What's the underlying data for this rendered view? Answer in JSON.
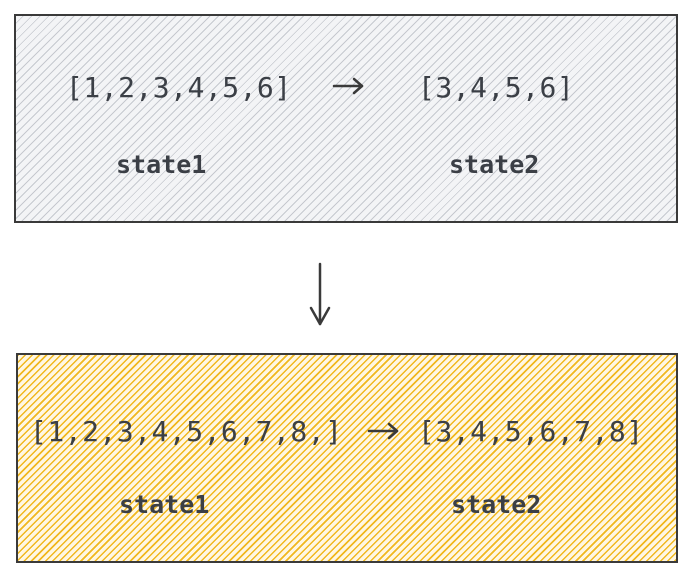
{
  "top": {
    "left_array": "[1,2,3,4,5,6]",
    "right_array": "[3,4,5,6]",
    "left_state": "state1",
    "right_state": "state2"
  },
  "bottom": {
    "left_array": "[1,2,3,4,5,6,7,8,]",
    "right_array": "[3,4,5,6,7,8]",
    "left_state": "state1",
    "right_state": "state2"
  },
  "colors": {
    "top_fill": "#c4c7cc",
    "bottom_fill": "#f0b414",
    "stroke": "#3a3a3a",
    "text": "#3b3f46"
  }
}
